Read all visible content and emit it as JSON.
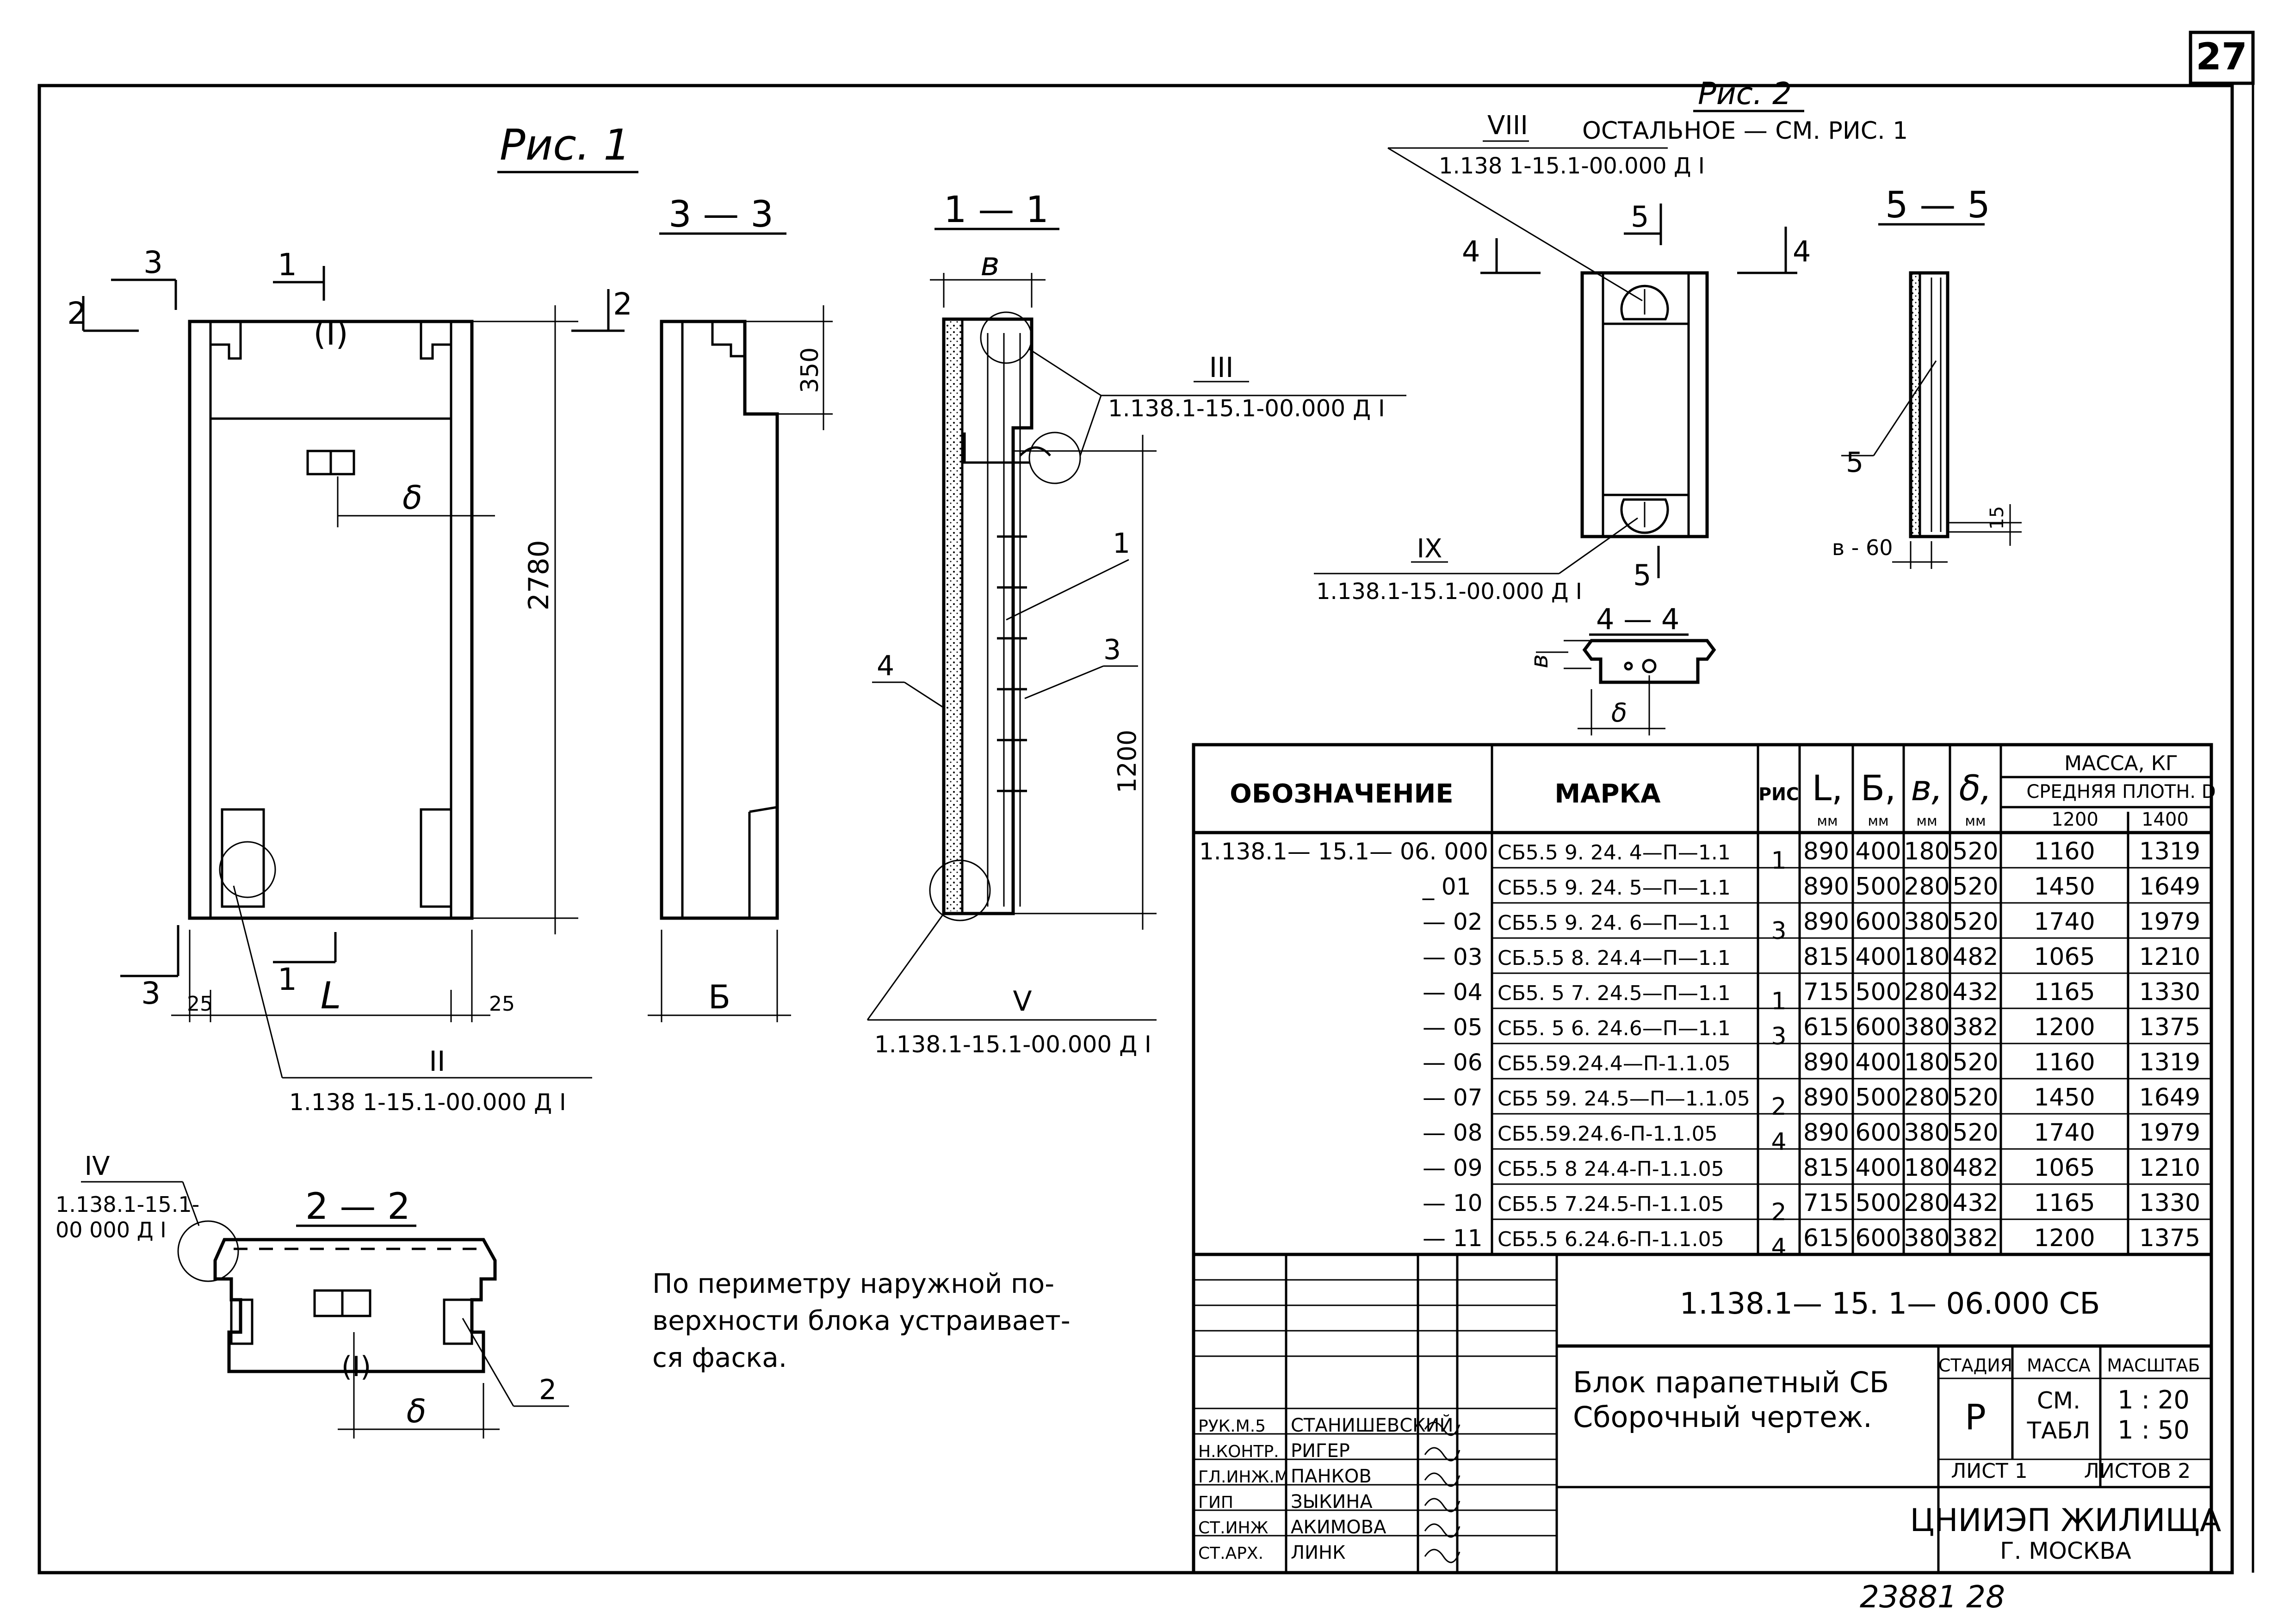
{
  "sheet_number": "27",
  "figures": {
    "fig1_title": "Рис. 1",
    "fig2_title": "Рис. 2",
    "fig2_note_mark": "VIII",
    "fig2_note": "ОСТАЛЬНОЕ — СМ. РИС. 1",
    "sections": {
      "s33": "3 — 3",
      "s11": "1 — 1",
      "s22": "2 — 2",
      "s55": "5 — 5",
      "s44": "4 — 4"
    },
    "cut_marks": [
      "1",
      "2",
      "3",
      "4",
      "5"
    ],
    "dimensions": {
      "h2780": "2780",
      "d350": "350",
      "d1200": "1200",
      "d25a": "25",
      "d25b": "25",
      "L": "L",
      "B": "Б",
      "b": "в",
      "delta": "δ",
      "b60": "в - 60",
      "d15": "15"
    },
    "callouts": [
      {
        "mark": "II",
        "ref": "1.138 1-15.1-00.000 Д I"
      },
      {
        "mark": "III",
        "ref": "1.138.1-15.1-00.000 Д I"
      },
      {
        "mark": "V",
        "ref": "1.138.1-15.1-00.000 Д I"
      },
      {
        "mark": "IV",
        "ref_line1": "1.138.1-15.1-",
        "ref_line2": "00 000 Д I"
      },
      {
        "mark": "VIII",
        "ref": "1.138 1-15.1-00.000 Д I"
      },
      {
        "mark": "IX",
        "ref": "1.138.1-15.1-00.000 Д I"
      }
    ],
    "detail_marks": [
      "(I)",
      "(I)"
    ],
    "leader_numbers": [
      "1",
      "3",
      "4",
      "2",
      "5"
    ]
  },
  "note": {
    "line1": "По периметру наружной по-",
    "line2": "верхности блока устраивает-",
    "line3": "ся фаска."
  },
  "table": {
    "headers": {
      "designation": "ОБОЗНАЧЕНИЕ",
      "mark": "МАРКА",
      "fig": "РИС",
      "L": "L,",
      "B": "Б,",
      "b": "в,",
      "delta": "δ,",
      "unit": "мм",
      "mass": "МАССА, КГ",
      "density": "СРЕДНЯЯ ПЛОТН. D",
      "d1200": "1200",
      "d1400": "1400"
    },
    "rows": [
      {
        "designation": "1.138.1— 15.1— 06. 000",
        "mark": "СБ5.5 9. 24. 4—П—1.1",
        "fig": "1",
        "L": "890",
        "B": "400",
        "b": "180",
        "delta": "520",
        "m1200": "1160",
        "m1400": "1319"
      },
      {
        "designation": "_ 01",
        "mark": "СБ5.5 9. 24. 5—П—1.1",
        "fig": "",
        "L": "890",
        "B": "500",
        "b": "280",
        "delta": "520",
        "m1200": "1450",
        "m1400": "1649"
      },
      {
        "designation": "— 02",
        "mark": "СБ5.5 9. 24. 6—П—1.1",
        "fig": "3",
        "L": "890",
        "B": "600",
        "b": "380",
        "delta": "520",
        "m1200": "1740",
        "m1400": "1979"
      },
      {
        "designation": "— 03",
        "mark": "СБ.5.5 8. 24.4—П—1.1",
        "fig": "",
        "L": "815",
        "B": "400",
        "b": "180",
        "delta": "482",
        "m1200": "1065",
        "m1400": "1210"
      },
      {
        "designation": "— 04",
        "mark": "СБ5. 5 7. 24.5—П—1.1",
        "fig": "1",
        "L": "715",
        "B": "500",
        "b": "280",
        "delta": "432",
        "m1200": "1165",
        "m1400": "1330"
      },
      {
        "designation": "— 05",
        "mark": "СБ5. 5 6. 24.6—П—1.1",
        "fig": "3",
        "L": "615",
        "B": "600",
        "b": "380",
        "delta": "382",
        "m1200": "1200",
        "m1400": "1375"
      },
      {
        "designation": "— 06",
        "mark": "СБ5.59.24.4—П-1.1.05",
        "fig": "",
        "L": "890",
        "B": "400",
        "b": "180",
        "delta": "520",
        "m1200": "1160",
        "m1400": "1319"
      },
      {
        "designation": "— 07",
        "mark": "СБ5 59. 24.5—П—1.1.05",
        "fig": "2",
        "L": "890",
        "B": "500",
        "b": "280",
        "delta": "520",
        "m1200": "1450",
        "m1400": "1649"
      },
      {
        "designation": "— 08",
        "mark": "СБ5.59.24.6-П-1.1.05",
        "fig": "4",
        "L": "890",
        "B": "600",
        "b": "380",
        "delta": "520",
        "m1200": "1740",
        "m1400": "1979"
      },
      {
        "designation": "— 09",
        "mark": "СБ5.5 8 24.4-П-1.1.05",
        "fig": "",
        "L": "815",
        "B": "400",
        "b": "180",
        "delta": "482",
        "m1200": "1065",
        "m1400": "1210"
      },
      {
        "designation": "— 10",
        "mark": "СБ5.5 7.24.5-П-1.1.05",
        "fig": "2",
        "L": "715",
        "B": "500",
        "b": "280",
        "delta": "432",
        "m1200": "1165",
        "m1400": "1330"
      },
      {
        "designation": "— 11",
        "mark": "СБ5.5 6.24.6-П-1.1.05",
        "fig": "4",
        "L": "615",
        "B": "600",
        "b": "380",
        "delta": "382",
        "m1200": "1200",
        "m1400": "1375"
      }
    ]
  },
  "title_block": {
    "doc_code": "1.138.1— 15. 1— 06.000 СБ",
    "title_line1": "Блок парапетный СБ",
    "title_line2": "Сборочный чертеж.",
    "stage_label": "СТАДИЯ",
    "mass_label": "МАССА",
    "scale_label": "МАСШТАБ",
    "stage": "Р",
    "mass_line1": "СМ.",
    "mass_line2": "ТАБЛ",
    "scale1": "1 : 20",
    "scale2": "1 : 50",
    "sheet": "ЛИСТ 1",
    "sheets": "ЛИСТОВ 2",
    "org_line1": "ЦНИИЭП ЖИЛИЩА",
    "org_line2": "Г. МОСКВА",
    "signatures": [
      {
        "role": "РУК.М.5",
        "name": "СТАНИШЕВСКИЙ"
      },
      {
        "role": "Н.КОНТР.",
        "name": "РИГЕР"
      },
      {
        "role": "ГЛ.ИНЖ.М",
        "name": "ПАНКОВ"
      },
      {
        "role": "ГИП",
        "name": "ЗЫКИНА"
      },
      {
        "role": "СТ.ИНЖ",
        "name": "АКИМОВА"
      },
      {
        "role": "СТ.АРХ.",
        "name": "ЛИНК"
      }
    ]
  },
  "footer": {
    "archive": "23881",
    "page": "28"
  }
}
